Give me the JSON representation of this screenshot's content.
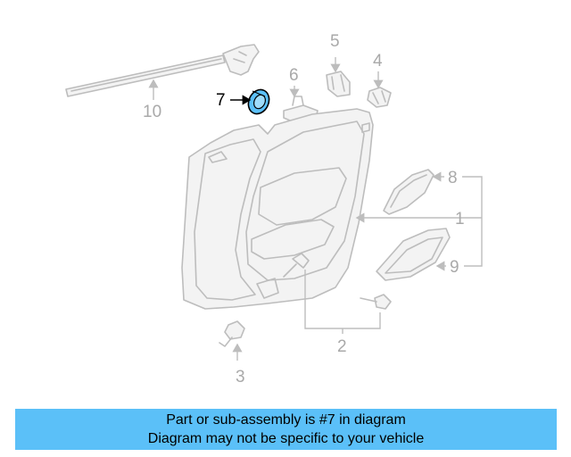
{
  "callouts": {
    "c1": "1",
    "c2": "2",
    "c3": "3",
    "c4": "4",
    "c5": "5",
    "c6": "6",
    "c7": "7",
    "c8": "8",
    "c9": "9",
    "c10": "10"
  },
  "highlight_part": "7",
  "highlight_color": "#5bc0f8",
  "banner": {
    "line1": "Part or sub-assembly is #7 in diagram",
    "line2": "Diagram may not be specific to your vehicle",
    "background": "#5bc0f8"
  }
}
